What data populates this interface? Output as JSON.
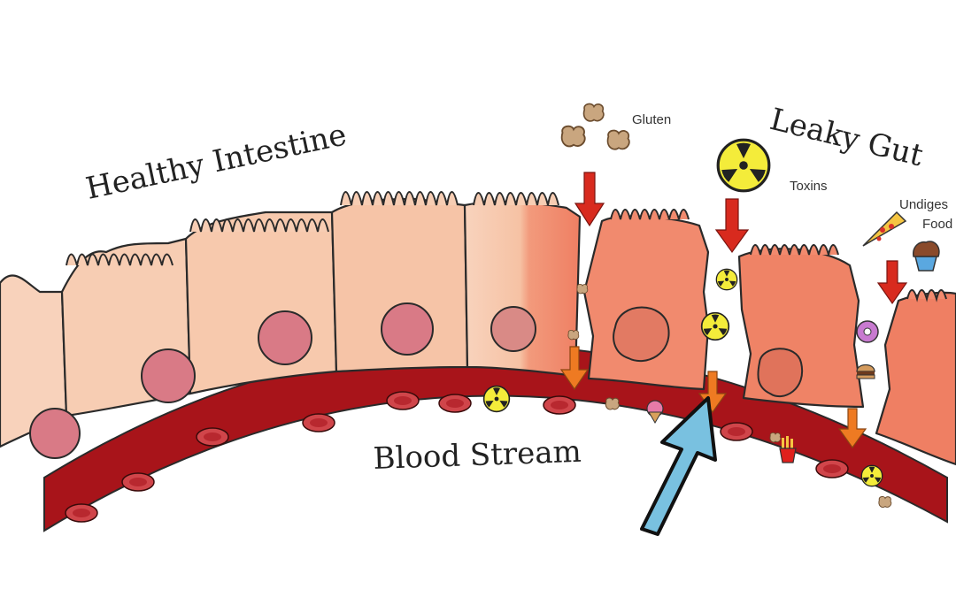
{
  "labels": {
    "healthy": "Healthy Intestine",
    "leaky": "Leaky Gut",
    "blood": "Blood Stream",
    "gluten": "Gluten",
    "toxins": "Toxins",
    "undigested": "Undiges",
    "food": "Food"
  },
  "icons": {
    "toxin": "radiation-icon",
    "gluten": "gluten-crumb-icon",
    "pizza": "pizza-icon",
    "cupcake": "cupcake-icon",
    "donut": "donut-icon",
    "burger": "burger-icon",
    "fries": "fries-icon",
    "icecream": "ice-cream-icon",
    "pointer": "blue-arrow-icon",
    "flow": "red-arrow-icon"
  },
  "colors": {
    "healthy_cell": "#f6c4a8",
    "leaky_cell": "#f0866a",
    "nucleus": "#d97a86",
    "blood": "#a8141a",
    "rbc": "#d0454a",
    "flow_arrow": "#d82a1e",
    "leak_arrow": "#ee7a22",
    "pointer_arrow": "#79c1e0",
    "toxin": "#f4ec3a"
  }
}
